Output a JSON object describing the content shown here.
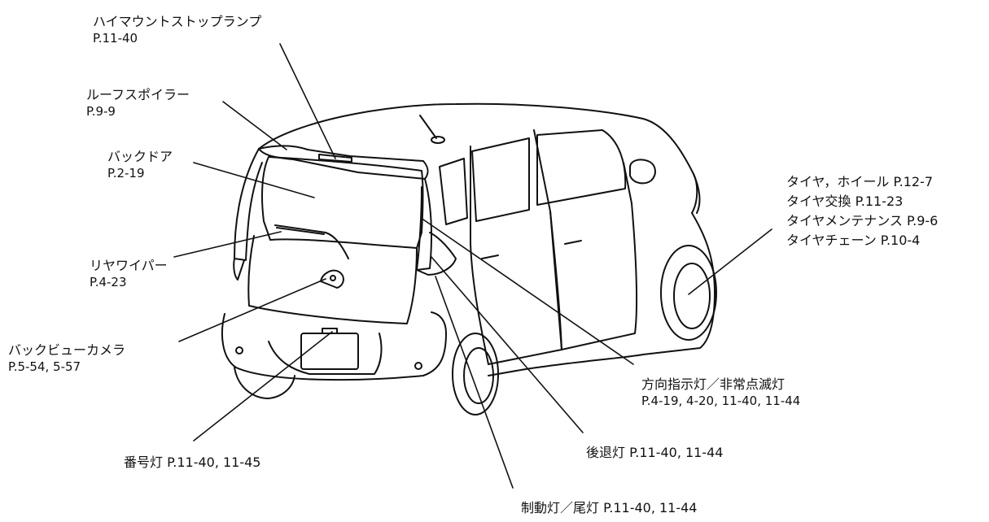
{
  "labels": {
    "high_mount_stop_lamp": {
      "name": "ハイマウントストップランプ",
      "page": "P.11-40"
    },
    "roof_spoiler": {
      "name": "ルーフスポイラー",
      "page": "P.9-9"
    },
    "back_door": {
      "name": "バックドア",
      "page": "P.2-19"
    },
    "rear_wiper": {
      "name": "リヤワイパー",
      "page": "P.4-23"
    },
    "back_view_camera": {
      "name": "バックビューカメラ",
      "page": "P.5-54, 5-57"
    },
    "license_lamp": {
      "text": "番号灯 P.11-40, 11-45"
    },
    "backup_lamp": {
      "text": "後退灯 P.11-40, 11-44"
    },
    "brake_tail_lamp": {
      "text": "制動灯／尾灯 P.11-40, 11-44"
    },
    "turn_hazard": {
      "name": "方向指示灯／非常点滅灯",
      "page": "P.4-19, 4-20, 11-40, 11-44"
    },
    "tire_wheel": {
      "line1": "タイヤ，ホイール P.12-7",
      "line2": "タイヤ交換 P.11-23",
      "line3": "タイヤメンテナンス P.9-6",
      "line4": "タイヤチェーン P.10-4"
    }
  }
}
